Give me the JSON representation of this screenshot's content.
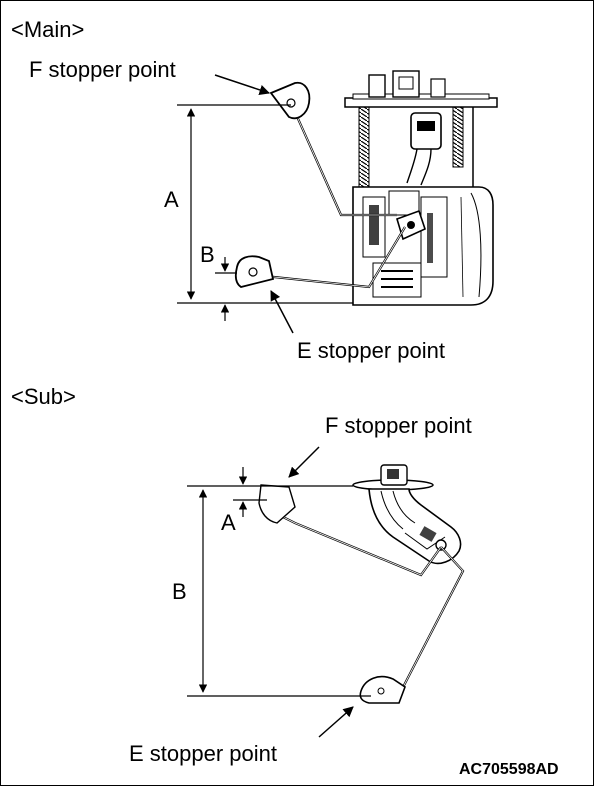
{
  "main": {
    "heading": "<Main>",
    "f_stopper_label": "F stopper point",
    "e_stopper_label": "E stopper point",
    "dim_a": "A",
    "dim_b": "B"
  },
  "sub": {
    "heading": "<Sub>",
    "f_stopper_label": "F stopper point",
    "e_stopper_label": "E stopper point",
    "dim_a": "A",
    "dim_b": "B"
  },
  "figure_code": "AC705598AD"
}
